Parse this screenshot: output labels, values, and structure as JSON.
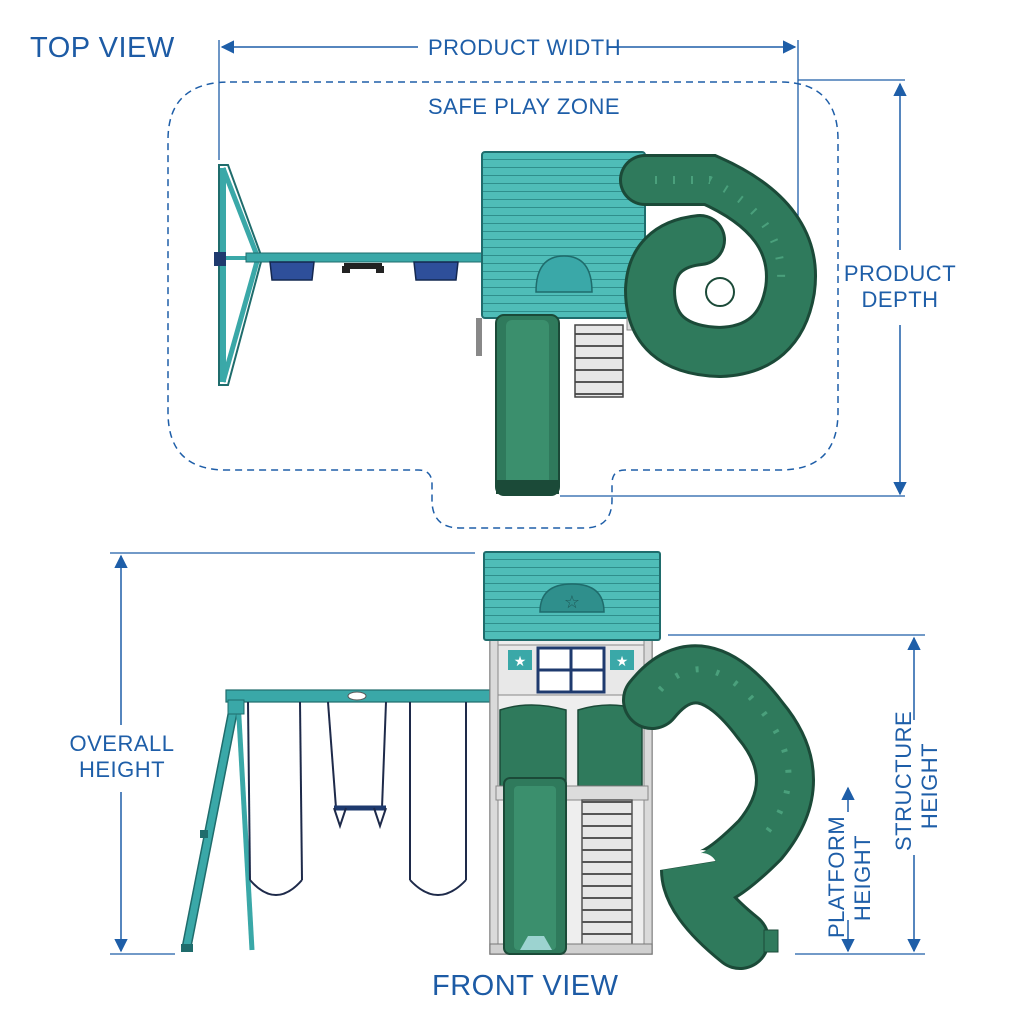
{
  "top_view": {
    "title": "TOP VIEW",
    "product_width": "PRODUCT WIDTH",
    "safe_play_zone": "SAFE PLAY ZONE",
    "product_depth": [
      "PRODUCT",
      "DEPTH"
    ]
  },
  "front_view": {
    "title": "FRONT VIEW",
    "overall_height": [
      "OVERALL",
      "HEIGHT"
    ],
    "structure_height": [
      "STRUCTURE",
      "HEIGHT"
    ],
    "platform_height": [
      "PLATFORM",
      "HEIGHT"
    ]
  },
  "colors": {
    "dimension_blue": "#1e5ea8",
    "roof_teal": "#46b6b2",
    "frame_teal": "#3aa8a8",
    "slide_green": "#2f7a5c",
    "seat_navy": "#1e3a6e"
  }
}
